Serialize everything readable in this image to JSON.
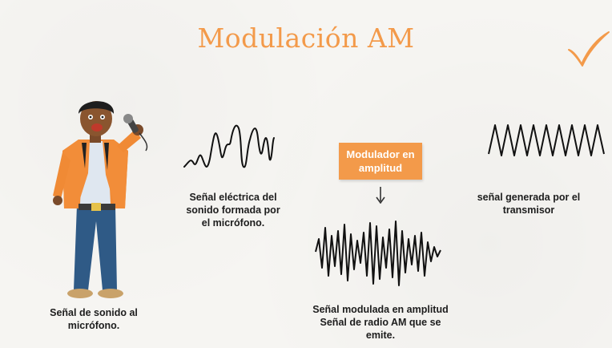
{
  "title": "Modulación AM",
  "modulator_box": "Modulador en amplitud",
  "captions": {
    "micro": "Señal de sonido al micrófono.",
    "electric": "Señal eléctrica del sonido formada por el micrófono.",
    "carrier": "señal generada por el transmisor",
    "modulated": "Señal modulada en amplitud Señal de radio AM que se emite."
  },
  "icons": [
    "check-icon",
    "arrow-down-icon"
  ],
  "colors": {
    "accent": "#f39a4a",
    "text": "#1d1d1d",
    "background": "#f6f5f2"
  }
}
